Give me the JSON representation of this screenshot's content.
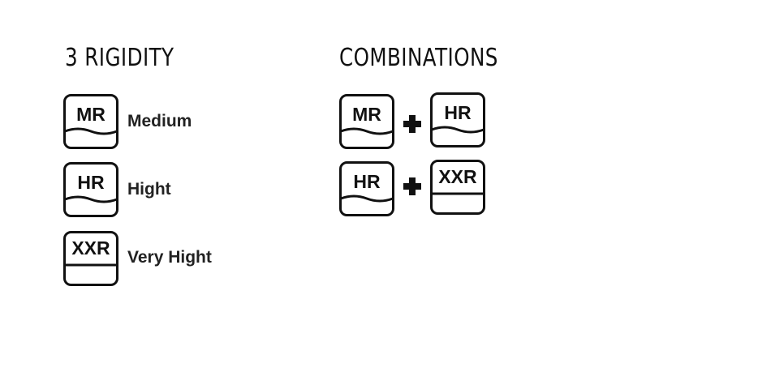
{
  "rigidity": {
    "title": "3 RIGIDITY",
    "items": [
      {
        "code": "MR",
        "label": "Medium"
      },
      {
        "code": "HR",
        "label": "Hight"
      },
      {
        "code": "XXR",
        "label": "Very Hight"
      }
    ]
  },
  "combinations": {
    "title": "COMBINATIONS",
    "rows": [
      {
        "first": "MR",
        "second": "HR"
      },
      {
        "first": "HR",
        "second": "XXR"
      }
    ]
  }
}
